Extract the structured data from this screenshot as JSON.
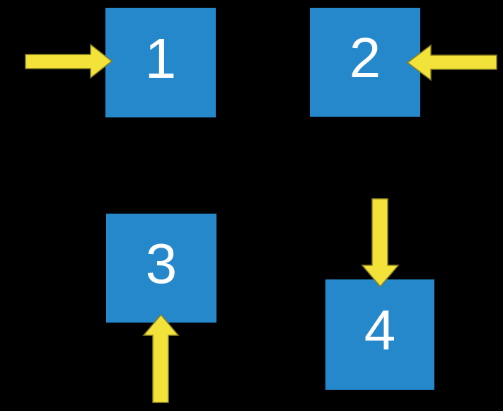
{
  "diagram": {
    "background_color": "#000000",
    "box_fill_color": "#2488CB",
    "box_text_color": "#FFFFFF",
    "arrow_fill_color": "#F2E23A",
    "arrow_edge_color": "#8A8020",
    "boxes": [
      {
        "label": "1",
        "arrow_direction": "right",
        "arrow_enters_side": "left"
      },
      {
        "label": "2",
        "arrow_direction": "left",
        "arrow_enters_side": "right"
      },
      {
        "label": "3",
        "arrow_direction": "up",
        "arrow_enters_side": "bottom"
      },
      {
        "label": "4",
        "arrow_direction": "down",
        "arrow_enters_side": "top"
      }
    ]
  }
}
